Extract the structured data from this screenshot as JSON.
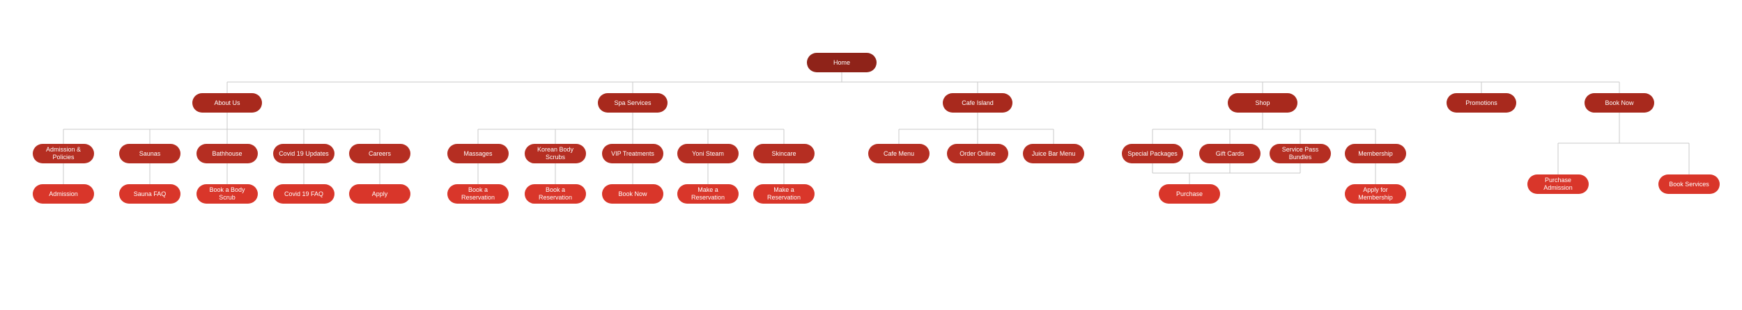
{
  "sitemap": {
    "home": "Home",
    "about": {
      "label": "About Us",
      "admission_policies": "Admission &\nPolicies",
      "admission": "Admission",
      "saunas": "Saunas",
      "sauna_faq": "Sauna FAQ",
      "bathhouse": "Bathhouse",
      "book_body_scrub": "Book a Body Scrub",
      "covid_updates": "Covid 19 Updates",
      "covid_faq": "Covid 19  FAQ",
      "careers": "Careers",
      "apply": "Apply"
    },
    "spa": {
      "label": "Spa Services",
      "massages": "Massages",
      "massages_book": "Book a\nReservation",
      "korean_scrubs": "Korean Body\nScrubs",
      "korean_book": "Book a\nReservation",
      "vip": "VIP Treatments",
      "vip_book": "Book Now",
      "yoni": "Yoni Steam",
      "yoni_book": "Make a\nReservation",
      "skincare": "Skincare",
      "skincare_book": "Make a\nReservation"
    },
    "cafe": {
      "label": "Cafe Island",
      "menu": "Cafe Menu",
      "order": "Order Online",
      "juice": "Juice Bar Menu"
    },
    "shop": {
      "label": "Shop",
      "special": "Special Packages",
      "gift": "Gift Cards",
      "service_pass": "Service Pass\nBundles",
      "membership": "Membership",
      "purchase": "Purchase",
      "apply_membership": "Apply for\nMembership"
    },
    "promotions": {
      "label": "Promotions"
    },
    "book": {
      "label": "Book Now",
      "purchase_admission": "Purchase\nAdmission",
      "book_services": "Book Services"
    }
  },
  "colors": {
    "home": "#8f2319",
    "level1": "#a8291d",
    "level2": "#b52e22",
    "level3": "#d9362a",
    "connector": "#c8c8c8"
  }
}
